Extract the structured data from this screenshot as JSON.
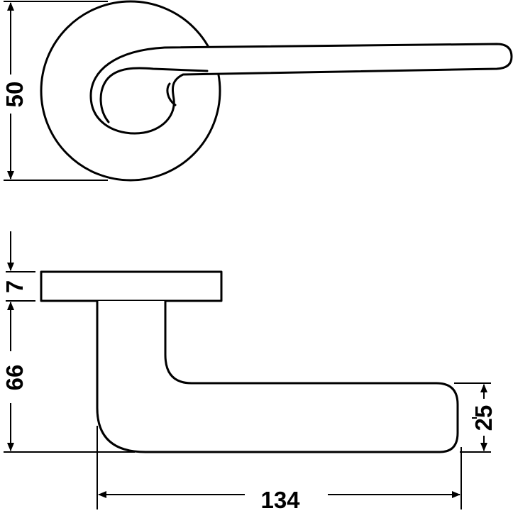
{
  "dimensions": {
    "rosette_diameter": "50",
    "rosette_thickness": "7",
    "projection": "66",
    "grip_height": "25",
    "lever_length": "134"
  },
  "colors": {
    "ink": "#000000",
    "paper": "#ffffff"
  }
}
